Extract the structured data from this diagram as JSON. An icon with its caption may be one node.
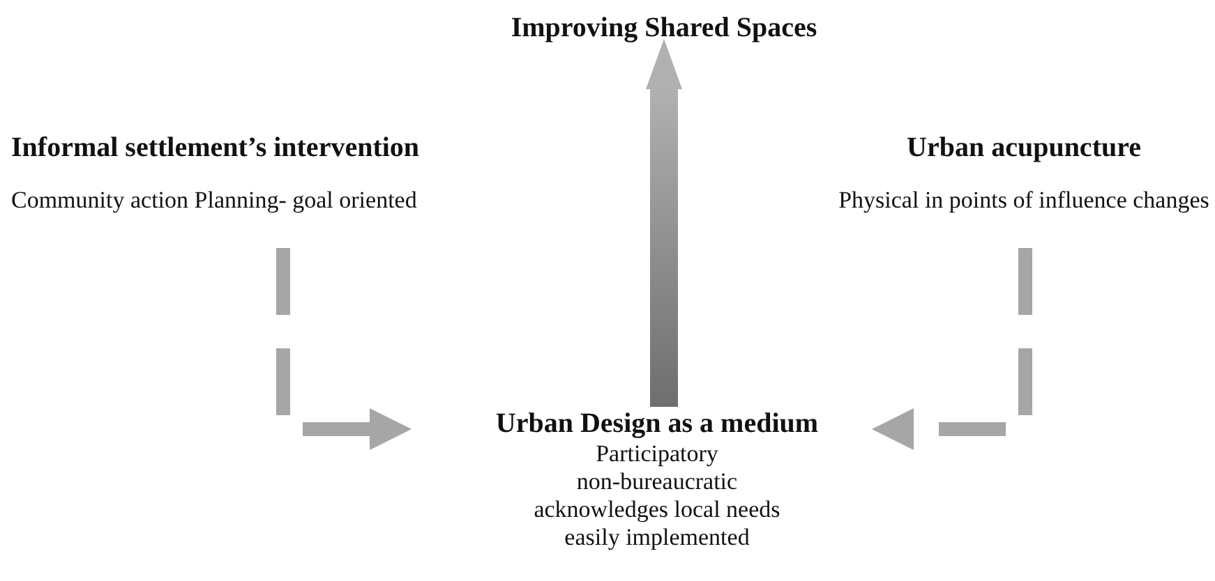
{
  "diagram": {
    "nodes": [
      {
        "text": [
          "Improving Shared Spaces"
        ]
      },
      {
        "text": [
          "Informal settlement’s intervention",
          "Community action Planning- goal oriented"
        ]
      },
      {
        "text": [
          "Urban acupuncture",
          "Physical in points of influence changes"
        ]
      },
      {
        "text": [
          "Urban Design as a medium",
          "Participatory",
          "non-bureaucratic",
          "acknowledges local needs",
          "easily implemented"
        ]
      }
    ],
    "edges": [
      {
        "from": 1,
        "to": 3,
        "arrow": "to",
        "style": "dashed"
      },
      {
        "from": 2,
        "to": 3,
        "arrow": "to",
        "style": "dashed"
      },
      {
        "from": 3,
        "to": 0,
        "arrow": "to",
        "style": "thick",
        "color": "#6e6e6e"
      }
    ]
  }
}
